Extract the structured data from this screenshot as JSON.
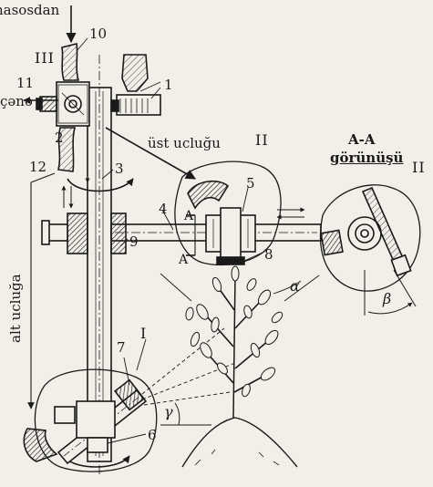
{
  "labels": {
    "nasosdan": "nasosdan",
    "cene": "çənə",
    "ust_uclugu": "üst ucluğu",
    "alt_ucluga": "alt ucluğa",
    "section_title": "A-A",
    "section_view": "görünüşü",
    "section_letter_top": "A",
    "section_letter_bottom": "A"
  },
  "roman": {
    "I": "I",
    "II_main": "II",
    "II_section": "II",
    "III": "III"
  },
  "greek": {
    "alpha": "α",
    "beta": "β",
    "gamma": "γ"
  },
  "numbers": {
    "n1": "1",
    "n2": "2",
    "n3": "3",
    "n4": "4",
    "n5": "5",
    "n6": "6",
    "n7": "7",
    "n8": "8",
    "n9": "9",
    "n10": "10",
    "n11": "11",
    "n12": "12"
  },
  "colors": {
    "ink": "#1a1a1a",
    "paper": "#f1efe8",
    "hatch": "#555555"
  }
}
